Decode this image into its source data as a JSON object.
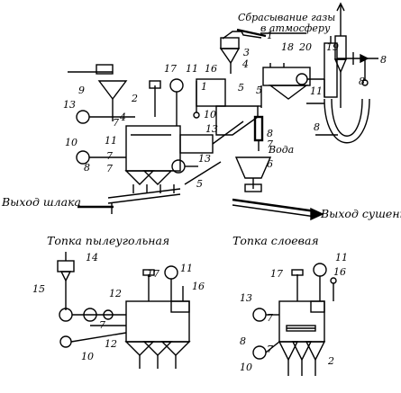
{
  "texts": {
    "exhaust": "Сбрасывание газы",
    "exhaust2": "в атмосферу",
    "water": "Вода",
    "slag_out": "Выход шлака",
    "dried_out": "Выход сушенки",
    "pulverized_furnace": "Топка пылеугольная",
    "layer_furnace": "Топка слоевая"
  },
  "numbers": {
    "n1": "1",
    "n2": "2",
    "n3": "3",
    "n4": "4",
    "n5": "5",
    "n6": "6",
    "n7": "7",
    "n8": "8",
    "n9": "9",
    "n10": "10",
    "n11": "11",
    "n12": "12",
    "n13": "13",
    "n14": "14",
    "n15": "15",
    "n16": "16",
    "n17": "17",
    "n18": "18",
    "n19": "19",
    "n20": "20"
  }
}
